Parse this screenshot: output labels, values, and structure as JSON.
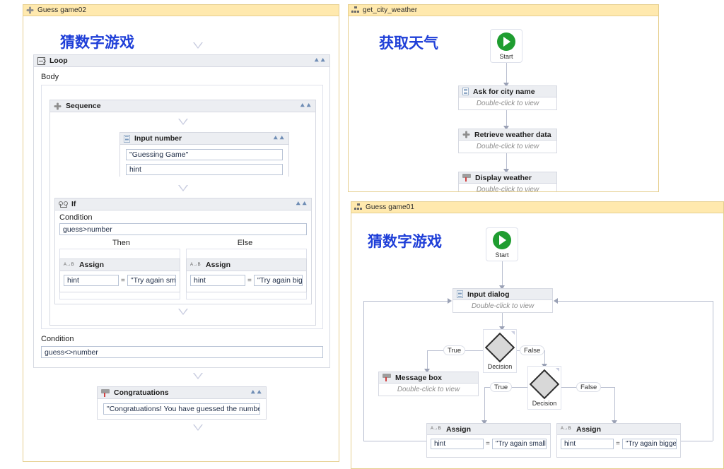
{
  "panels": {
    "guess02": {
      "tab_title": "Guess game02",
      "tab_icon": "sequence-icon",
      "heading_cjk": "猜数字游戏",
      "loop": {
        "label": "Loop",
        "body_label": "Body",
        "condition_label": "Condition",
        "condition_value": "guess<>number",
        "sequence": {
          "label": "Sequence",
          "input_number": {
            "label": "Input number",
            "fields": [
              "\"Guessing Game\"",
              "hint"
            ]
          },
          "if": {
            "label": "If",
            "condition_label": "Condition",
            "condition_value": "guess>number",
            "then_label": "Then",
            "else_label": "Else",
            "then_assign": {
              "label": "Assign",
              "left": "hint",
              "op": "=",
              "right": "\"Try again smaller!"
            },
            "else_assign": {
              "label": "Assign",
              "left": "hint",
              "op": "=",
              "right": "\"Try again bigger!\""
            }
          }
        }
      },
      "congratulations": {
        "label": "Congratuations",
        "value": "\"Congratuations! You have guessed the number \" + nu"
      }
    },
    "weather": {
      "tab_title": "get_city_weather",
      "tab_icon": "flowchart-icon",
      "heading_cjk": "获取天气",
      "start_label": "Start",
      "nodes": [
        {
          "label": "Ask for city name",
          "sub": "Double-click to view",
          "icon": "document-icon"
        },
        {
          "label": "Retrieve weather data",
          "sub": "Double-click to view",
          "icon": "sequence-icon"
        },
        {
          "label": "Display weather",
          "sub": "Double-click to view",
          "icon": "message-box-icon"
        }
      ]
    },
    "guess01": {
      "tab_title": "Guess game01",
      "tab_icon": "flowchart-icon",
      "heading_cjk": "猜数字游戏",
      "start_label": "Start",
      "input_dialog": {
        "label": "Input dialog",
        "sub": "Double-click to view"
      },
      "message_box": {
        "label": "Message box",
        "sub": "Double-click to view"
      },
      "decision1": {
        "label": "Decision",
        "true_label": "True",
        "false_label": "False"
      },
      "decision2": {
        "label": "Decision",
        "true_label": "True",
        "false_label": "False"
      },
      "assign_left": {
        "label": "Assign",
        "left": "hint",
        "op": "=",
        "right": "\"Try again smaller!"
      },
      "assign_right": {
        "label": "Assign",
        "left": "hint",
        "op": "=",
        "right": "\"Try again bigger!\""
      }
    }
  },
  "colors": {
    "tab_bg": "#ffe9ae",
    "tab_border": "#e6cf8f",
    "heading": "#1f3fd8",
    "start_green": "#1f9d30",
    "block_header": "#eceef2"
  }
}
